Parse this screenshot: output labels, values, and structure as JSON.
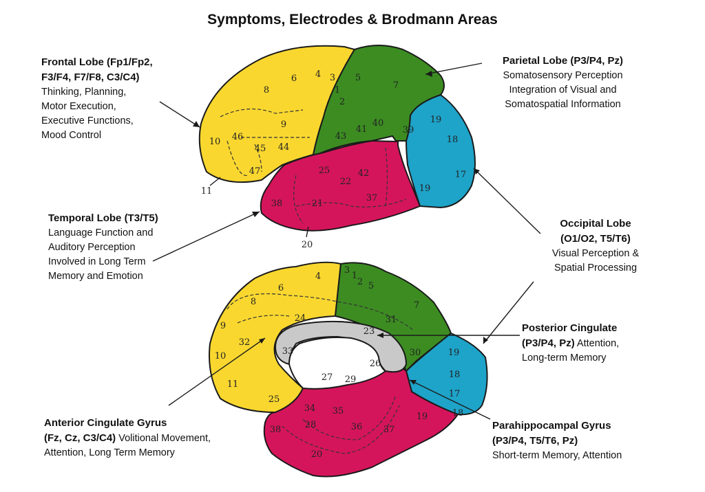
{
  "title": "Symptoms, Electrodes & Brodmann  Areas",
  "colors": {
    "frontal": "#f9d72f",
    "parietal": "#3c8c22",
    "occipital": "#1ea3c9",
    "temporal": "#d5155b",
    "corpus_callosum": "#c9c9c9"
  },
  "frontal": {
    "heading1": "Frontal Lobe  (Fp1/Fp2,",
    "heading2": "F3/F4, F7/F8, C3/C4)",
    "lines": [
      "Thinking, Planning,",
      "Motor Execution,",
      "Executive Functions,",
      "Mood Control"
    ]
  },
  "parietal": {
    "heading": "Parietal Lobe (P3/P4, Pz)",
    "lines": [
      "Somatosensory Perception",
      "Integration of Visual and",
      "Somatospatial Information"
    ]
  },
  "temporal": {
    "heading": "Temporal Lobe  (T3/T5)",
    "lines": [
      "Language Function  and",
      "Auditory Perception",
      "Involved in Long Term",
      "Memory and Emotion"
    ]
  },
  "occipital": {
    "heading1": "Occipital Lobe",
    "heading2": "(O1/O2, T5/T6)",
    "lines": [
      "Visual Perception &",
      "Spatial Processing"
    ]
  },
  "posterior_cingulate": {
    "heading": "Posterior Cingulate",
    "electrodes": "(P3/P4, Pz)",
    "line1": "  Attention,",
    "line2": "Long-term  Memory"
  },
  "anterior_cingulate": {
    "heading": "Anterior Cingulate Gyrus",
    "electrodes": "(Fz, Cz, C3/C4)",
    "line1": " Volitional Movement,",
    "line2": "Attention, Long Term Memory"
  },
  "parahippocampal": {
    "heading": "Parahippocampal Gyrus",
    "electrodes": "(P3/P4, T5/T6, Pz)",
    "line1": "Short-term Memory,  Attention"
  },
  "lateral_areas": [
    "4",
    "6",
    "8",
    "9",
    "10",
    "46",
    "45",
    "44",
    "47",
    "11",
    "3",
    "1",
    "2",
    "5",
    "7",
    "43",
    "41",
    "40",
    "39",
    "19",
    "18",
    "17",
    "19",
    "25",
    "22",
    "42",
    "21",
    "38",
    "37",
    "20"
  ],
  "medial_areas": [
    "4",
    "6",
    "8",
    "9",
    "10",
    "32",
    "24",
    "11",
    "25",
    "33",
    "3",
    "1",
    "2",
    "5",
    "7",
    "31",
    "23",
    "30",
    "26",
    "27",
    "29",
    "19",
    "18",
    "17",
    "18",
    "34",
    "35",
    "28",
    "36",
    "38",
    "20",
    "37",
    "19"
  ]
}
